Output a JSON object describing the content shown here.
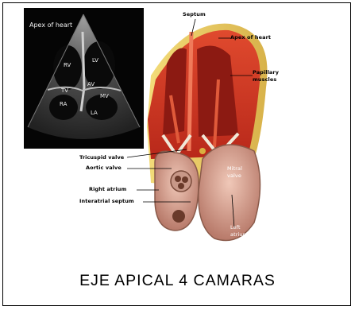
{
  "echo": {
    "labels": {
      "apex": "Apex of heart",
      "rv": "RV",
      "lv": "LV",
      "av": "AV",
      "tv": "TV",
      "mv": "MV",
      "ra": "RA",
      "la": "LA"
    }
  },
  "heart": {
    "labels": {
      "septum": "Septum",
      "apex": "Apex of heart",
      "papillary": "Papillary\nmuscles",
      "tricuspid": "Tricuspid valve",
      "aortic": "Aortic valve",
      "mitral": "Mitral\nvalve",
      "right_atrium": "Right atrium",
      "interatrial": "Interatrial septum",
      "left_atrium": "Left\natrium"
    }
  },
  "caption": "EJE APICAL 4 CAMARAS",
  "colors": {
    "myocardium": "#c8321e",
    "fat": "#e8c85a",
    "valve": "#e8d8c0",
    "atrium": "#d8a898"
  }
}
